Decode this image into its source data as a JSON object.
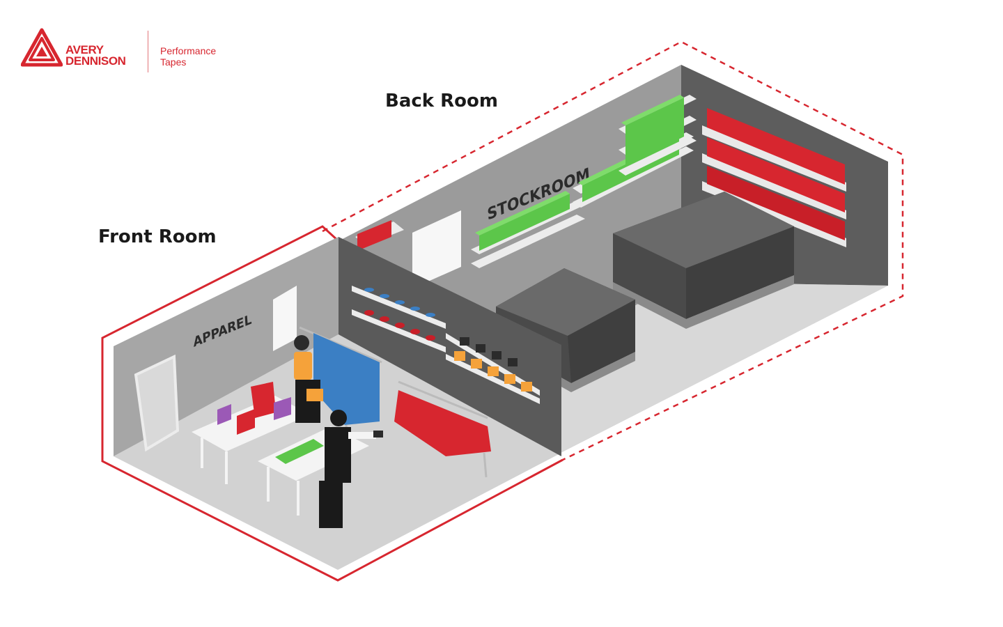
{
  "logo": {
    "brand_line1": "AVERY",
    "brand_line2": "DENNISON",
    "division_line1": "Performance",
    "division_line2": "Tapes"
  },
  "rooms": {
    "back": "Back Room",
    "front": "Front Room"
  },
  "wall_signs": {
    "stockroom": "STOCKROOM",
    "apparel": "APPAREL"
  },
  "colors": {
    "brand_red": "#d7262f",
    "wall": "#9a9a9a",
    "wall_dark": "#555555",
    "floor": "#cfcfcf",
    "box": "#5a5a5a",
    "shirt_green": "#5cc64a",
    "stock_red": "#d7262f",
    "jacket_blue": "#3b7fc4"
  },
  "icons": {
    "logo": "avery-dennison-triangle-icon"
  }
}
